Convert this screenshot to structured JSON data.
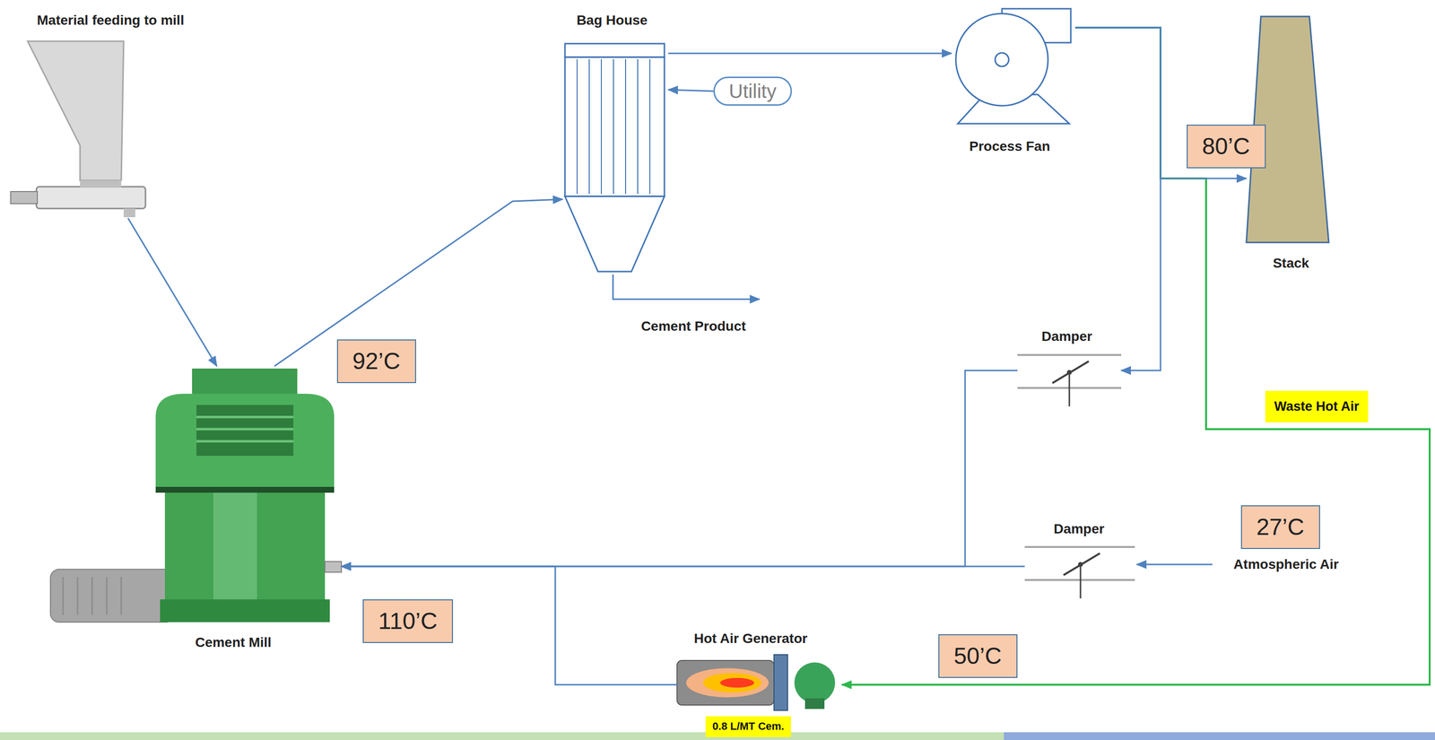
{
  "diagram": {
    "nodes": [
      {
        "text": [
          "Material feeding to mill"
        ]
      },
      {
        "text": [
          "Bag House"
        ]
      },
      {
        "text": [
          "Utility"
        ]
      },
      {
        "text": [
          "Process Fan"
        ]
      },
      {
        "text": [
          "Stack"
        ]
      },
      {
        "text": [
          "80’C"
        ]
      },
      {
        "text": [
          "Damper"
        ]
      },
      {
        "text": [
          "Waste Hot Air"
        ]
      },
      {
        "text": [
          "27’C"
        ]
      },
      {
        "text": [
          "Damper"
        ]
      },
      {
        "text": [
          "92’C"
        ]
      },
      {
        "text": [
          "Cement Mill"
        ]
      },
      {
        "text": [
          "110’C"
        ]
      },
      {
        "text": [
          "Hot Air Generator"
        ]
      },
      {
        "text": [
          "50’C"
        ]
      },
      {
        "text": [
          "0.8 L/MT Cem."
        ]
      }
    ],
    "edges": [
      {
        "from": 0,
        "to": 11,
        "arrow": "to"
      },
      {
        "from": 11,
        "to": 1,
        "arrow": "to"
      },
      {
        "from": 2,
        "to": 1,
        "arrow": "to"
      },
      {
        "from": 1,
        "to": 3,
        "arrow": "to"
      },
      {
        "from": 3,
        "to": 4,
        "arrow": "to"
      },
      {
        "from": 3,
        "to": 6,
        "arrow": "to"
      },
      {
        "from": 6,
        "to": 11,
        "arrow": "to"
      },
      {
        "from": 9,
        "to": 11,
        "arrow": "to"
      },
      {
        "from": 3,
        "to": 13,
        "arrow": "to"
      },
      {
        "from": 13,
        "to": 11,
        "arrow": "to"
      }
    ],
    "labels": [
      "Cement Product",
      "Atmospheric Air"
    ]
  }
}
